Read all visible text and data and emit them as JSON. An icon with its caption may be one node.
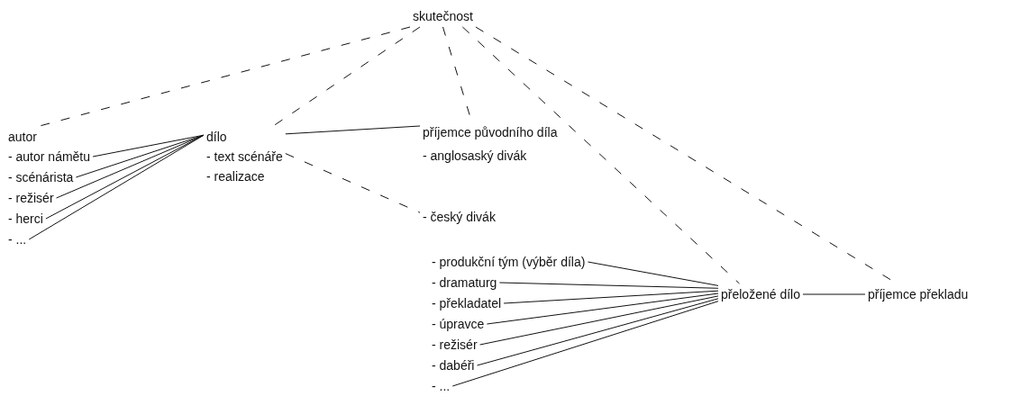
{
  "diagram": {
    "nodes": [
      {
        "text": [
          "skutečnost"
        ]
      },
      {
        "text": [
          "autor"
        ]
      },
      {
        "text": [
          "- autor námětu"
        ]
      },
      {
        "text": [
          "- scénárista"
        ]
      },
      {
        "text": [
          "- režisér"
        ]
      },
      {
        "text": [
          "- herci"
        ]
      },
      {
        "text": [
          "- ..."
        ]
      },
      {
        "text": [
          "dílo",
          "- text scénáře",
          "- realizace"
        ]
      },
      {
        "text": [
          "příjemce původního díla",
          "- anglosaský divák"
        ]
      },
      {
        "text": [
          "- český divák"
        ]
      },
      {
        "text": [
          "- produkční tým (výběr díla)"
        ]
      },
      {
        "text": [
          "- dramaturg"
        ]
      },
      {
        "text": [
          "- překladatel"
        ]
      },
      {
        "text": [
          "- úpravce"
        ]
      },
      {
        "text": [
          "- režisér"
        ]
      },
      {
        "text": [
          "- dabéři"
        ]
      },
      {
        "text": [
          "- ..."
        ]
      },
      {
        "text": [
          "přeložené dílo"
        ]
      },
      {
        "text": [
          "příjemce překladu"
        ]
      }
    ],
    "edges": [
      {
        "from": 0,
        "to": 1,
        "arrow": "none",
        "style": "dashed"
      },
      {
        "from": 0,
        "to": 7,
        "arrow": "none",
        "style": "dashed"
      },
      {
        "from": 0,
        "to": 8,
        "arrow": "none",
        "style": "dashed"
      },
      {
        "from": 0,
        "to": 17,
        "arrow": "none",
        "style": "dashed"
      },
      {
        "from": 0,
        "to": 18,
        "arrow": "none",
        "style": "dashed"
      },
      {
        "from": 2,
        "to": 7,
        "arrow": "none"
      },
      {
        "from": 3,
        "to": 7,
        "arrow": "none"
      },
      {
        "from": 4,
        "to": 7,
        "arrow": "none"
      },
      {
        "from": 5,
        "to": 7,
        "arrow": "none"
      },
      {
        "from": 6,
        "to": 7,
        "arrow": "none"
      },
      {
        "from": 7,
        "to": 8,
        "arrow": "none"
      },
      {
        "from": 7,
        "to": 9,
        "arrow": "none",
        "style": "dashed"
      },
      {
        "from": 10,
        "to": 17,
        "arrow": "none"
      },
      {
        "from": 11,
        "to": 17,
        "arrow": "none"
      },
      {
        "from": 12,
        "to": 17,
        "arrow": "none"
      },
      {
        "from": 13,
        "to": 17,
        "arrow": "none"
      },
      {
        "from": 14,
        "to": 17,
        "arrow": "none"
      },
      {
        "from": 15,
        "to": 17,
        "arrow": "none"
      },
      {
        "from": 16,
        "to": 17,
        "arrow": "none"
      },
      {
        "from": 17,
        "to": 18,
        "arrow": "none"
      }
    ]
  }
}
